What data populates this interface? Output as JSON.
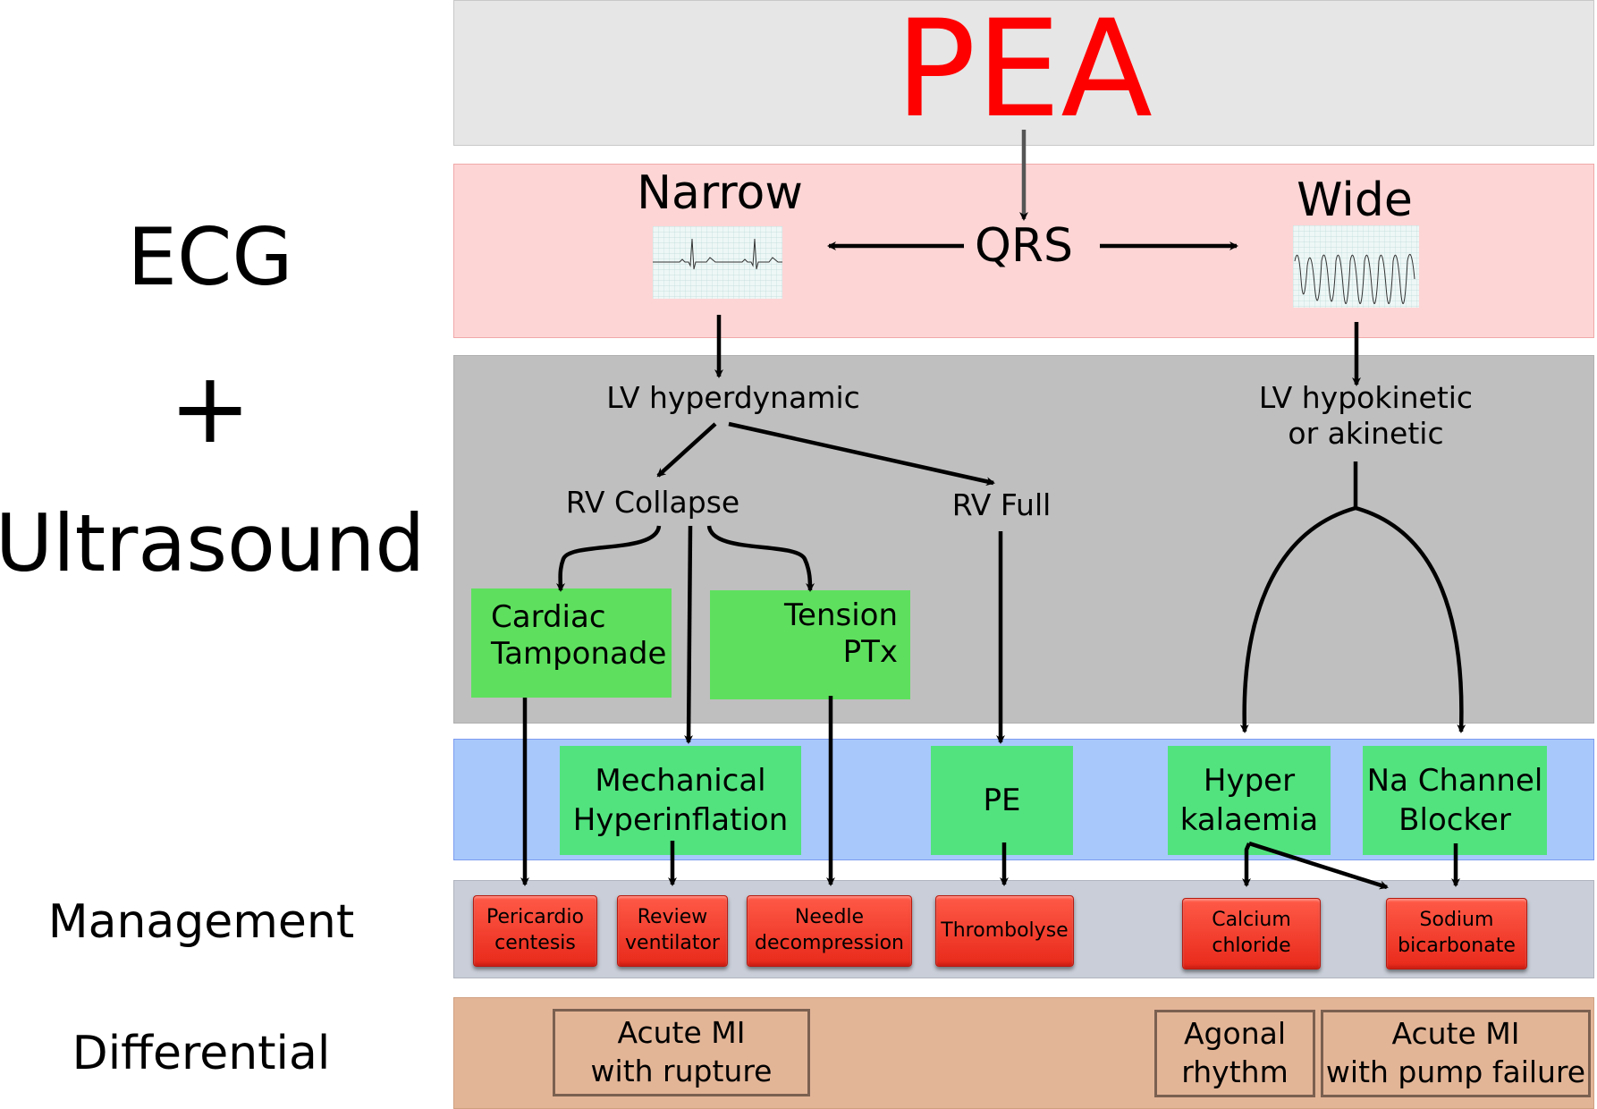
{
  "title": "PEA",
  "colors": {
    "title": "#ff0000",
    "band_top": "#e6e6e6",
    "band_ecg": "#fdd5d5",
    "band_us": "#bfbfbf",
    "band_dx": "#a8c8fb",
    "band_mgmt": "#c9ced8",
    "band_diff": "#e3b597",
    "green": "#5ee05e",
    "red": "#f03a2a"
  },
  "left_labels": {
    "ecg": "ECG",
    "plus": "+",
    "ultrasound": "Ultrasound",
    "management": "Management",
    "differential": "Differential"
  },
  "ecg": {
    "qrs": "QRS",
    "narrow": "Narrow",
    "wide": "Wide"
  },
  "ultrasound": {
    "lv_hyperdynamic": "LV hyperdynamic",
    "lv_hypokinetic": "LV hypokinetic\nor akinetic",
    "rv_collapse": "RV Collapse",
    "rv_full": "RV Full",
    "cardiac_tamponade": "Cardiac\nTamponade",
    "tension_ptx": "Tension\nPTx"
  },
  "diagnoses": {
    "mechanical_hyperinflation": "Mechanical\nHyperinflation",
    "pe": "PE",
    "hyperkalaemia": "Hyper\nkalaemia",
    "na_channel_blocker": "Na Channel\nBlocker"
  },
  "management": {
    "pericardiocentesis": "Pericardio\ncentesis",
    "review_ventilator": "Review\nventilator",
    "needle_decompression": "Needle\ndecompression",
    "thrombolyse": "Thrombolyse",
    "calcium_chloride": "Calcium\nchloride",
    "sodium_bicarbonate": "Sodium\nbicarbonate"
  },
  "differential": {
    "acute_mi_rupture": "Acute MI\nwith rupture",
    "agonal_rhythm": "Agonal\nrhythm",
    "acute_mi_pump_failure": "Acute MI\nwith pump failure"
  }
}
